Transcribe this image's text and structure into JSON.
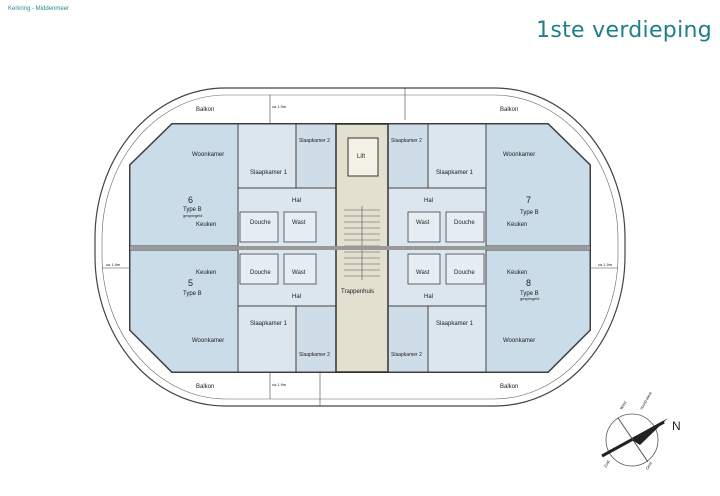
{
  "header": {
    "project": "Kerkring - Middenmeer",
    "title": "1ste verdieping"
  },
  "balconies": {
    "top_left": "Balkon",
    "top_right": "Balkon",
    "bottom_left": "Balkon",
    "bottom_right": "Balkon"
  },
  "dimensions": {
    "d_top": "ca 1.9m",
    "d_bottom": "ca 1.9m",
    "d_left": "ca 1.9m",
    "d_right": "ca 1.9m"
  },
  "core": {
    "lift": "Lift",
    "stairwell": "Trappenhuis"
  },
  "units": {
    "u6": {
      "number": "6",
      "type": "Type B",
      "note": "gespiegeld",
      "woonkamer": "Woonkamer",
      "keuken": "Keuken",
      "slaapkamer1": "Slaapkamer 1",
      "slaapkamer2": "Slaapkamer 2",
      "hal": "Hal",
      "douche": "Douche",
      "wast": "Wast"
    },
    "u7": {
      "number": "7",
      "type": "Type B",
      "woonkamer": "Woonkamer",
      "keuken": "Keuken",
      "slaapkamer1": "Slaapkamer 1",
      "slaapkamer2": "Slaapkamer 2",
      "hal": "Hal",
      "douche": "Douche",
      "wast": "Wast"
    },
    "u5": {
      "number": "5",
      "type": "Type B",
      "woonkamer": "Woonkamer",
      "keuken": "Keuken",
      "slaapkamer1": "Slaapkamer 1",
      "slaapkamer2": "Slaapkamer 2",
      "hal": "Hal",
      "douche": "Douche",
      "wast": "Wast"
    },
    "u8": {
      "number": "8",
      "type": "Type B",
      "note": "gespiegeld",
      "woonkamer": "Woonkamer",
      "keuken": "Keuken",
      "slaapkamer1": "Slaapkamer 1",
      "slaapkamer2": "Slaapkamer 2",
      "hal": "Hal",
      "douche": "Douche",
      "wast": "Wast"
    }
  },
  "compass": {
    "north": "N",
    "west": "West",
    "north_west": "noord-west",
    "south": "Zuid",
    "south_east": "Oost"
  },
  "colors": {
    "living": "#c9dce8",
    "bedroom": "#dbe6ee",
    "core": "#e3e0cf",
    "wall": "#555555",
    "title": "#1f7f86"
  }
}
